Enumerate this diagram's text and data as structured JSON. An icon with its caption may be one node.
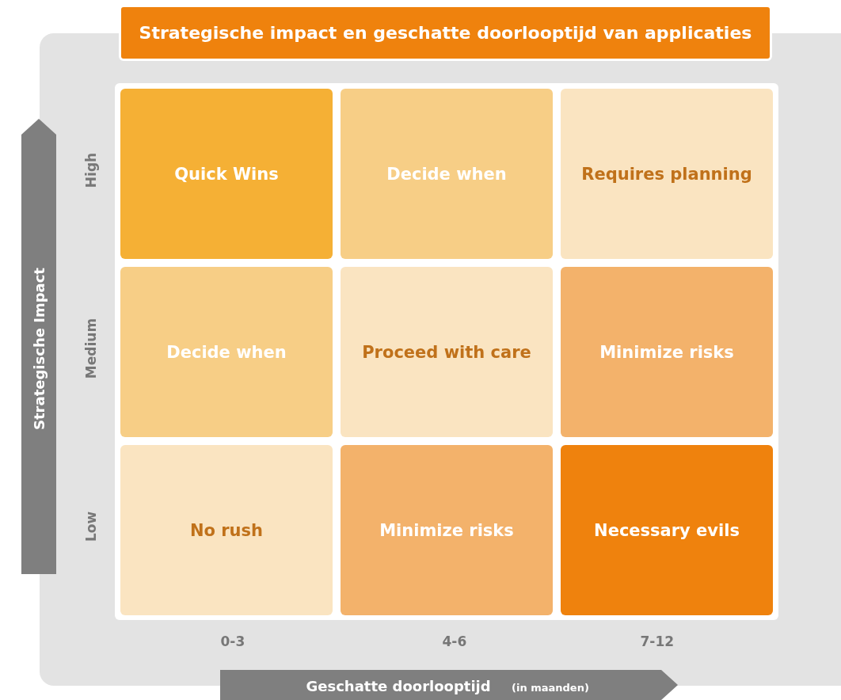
{
  "diagram": {
    "title": "Strategische impact en geschatte doorlooptijd van applicaties",
    "nodes": [
      {
        "text": [
          "Quick Wins"
        ]
      },
      {
        "text": [
          "Decide when"
        ]
      },
      {
        "text": [
          "Requires planning"
        ]
      },
      {
        "text": [
          "Decide when"
        ]
      },
      {
        "text": [
          "Proceed with care"
        ]
      },
      {
        "text": [
          "Minimize risks"
        ]
      },
      {
        "text": [
          "No rush"
        ]
      },
      {
        "text": [
          "Minimize risks"
        ]
      },
      {
        "text": [
          "Necessary evils"
        ]
      }
    ],
    "edges": [],
    "labels": [
      "Strategische Impact",
      "High",
      "Medium",
      "Low",
      "0-3",
      "4-6",
      "7-12",
      "Geschatte doorlooptijd",
      "(in maanden)"
    ]
  }
}
